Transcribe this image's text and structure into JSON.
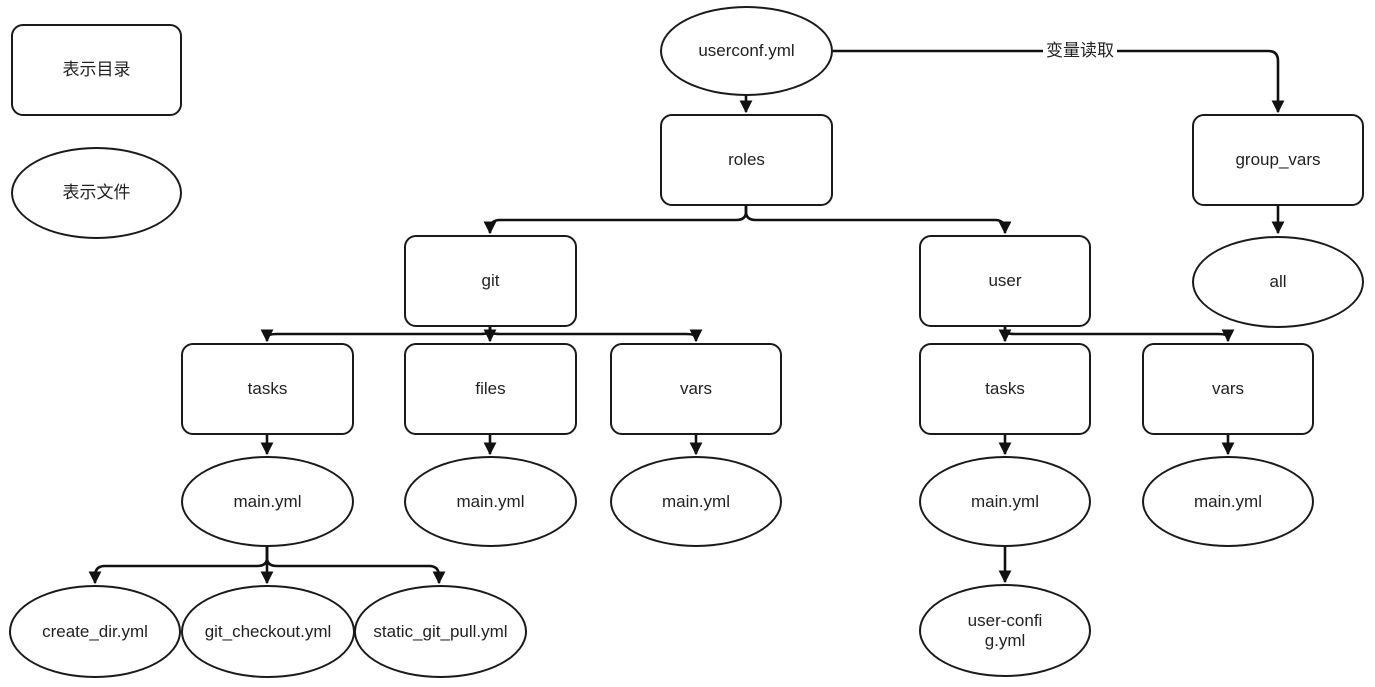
{
  "legend": {
    "directory_label": "表示目录",
    "file_label": "表示文件"
  },
  "nodes": {
    "userconf": "userconf.yml",
    "roles": "roles",
    "group_vars": "group_vars",
    "all": "all",
    "git": "git",
    "user": "user",
    "git_tasks": "tasks",
    "git_files": "files",
    "git_vars": "vars",
    "user_tasks": "tasks",
    "user_vars": "vars",
    "git_tasks_main": "main.yml",
    "git_files_main": "main.yml",
    "git_vars_main": "main.yml",
    "user_tasks_main": "main.yml",
    "user_vars_main": "main.yml",
    "create_dir": "create_dir.yml",
    "git_checkout": "git_checkout.yml",
    "static_git_pull": "static_git_pull.yml",
    "user_config": "user-config.yml"
  },
  "edge_labels": {
    "var_read": "变量读取"
  }
}
